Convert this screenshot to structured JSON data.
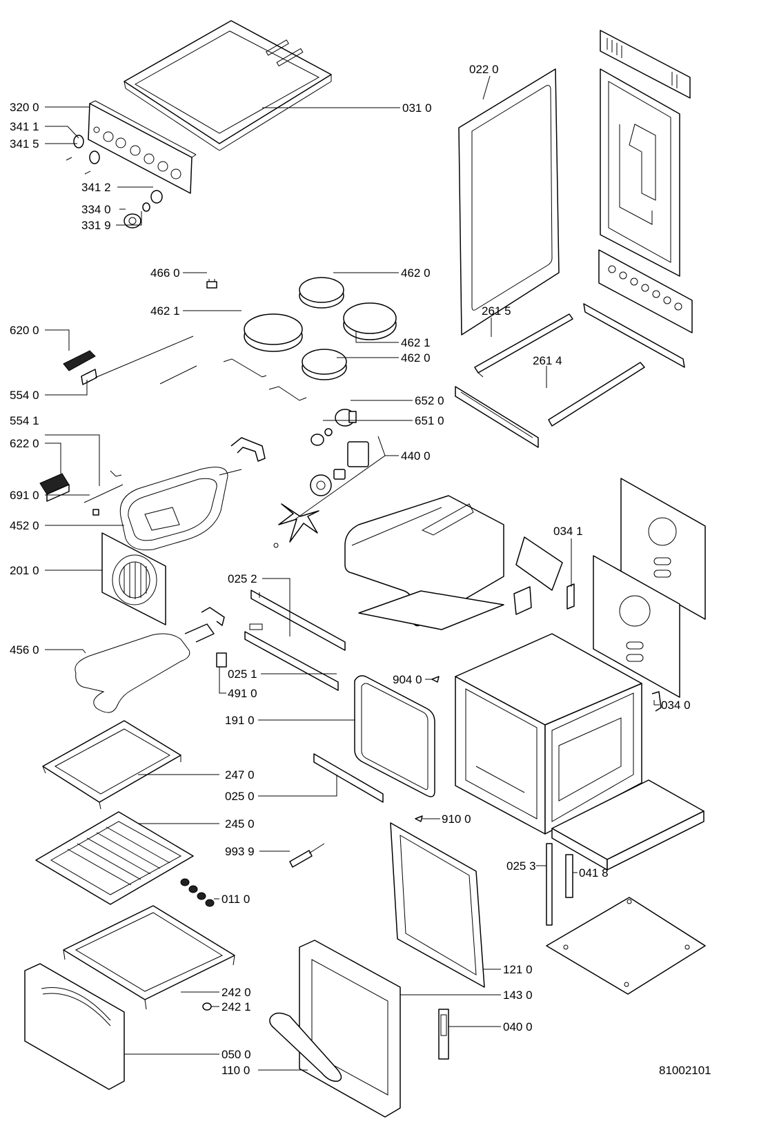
{
  "diagram_code": "81002101",
  "labels": [
    {
      "id": "l0310",
      "text": "031 0"
    },
    {
      "id": "l3200",
      "text": "320 0"
    },
    {
      "id": "l3411",
      "text": "341 1"
    },
    {
      "id": "l3415",
      "text": "341 5"
    },
    {
      "id": "l3412",
      "text": "341 2"
    },
    {
      "id": "l3340",
      "text": "334 0"
    },
    {
      "id": "l3319",
      "text": "331 9"
    },
    {
      "id": "l0220",
      "text": "022 0"
    },
    {
      "id": "l4660",
      "text": "466 0"
    },
    {
      "id": "l4620a",
      "text": "462 0"
    },
    {
      "id": "l4621a",
      "text": "462 1"
    },
    {
      "id": "l4621b",
      "text": "462 1"
    },
    {
      "id": "l4620b",
      "text": "462 0"
    },
    {
      "id": "l2615",
      "text": "261 5"
    },
    {
      "id": "l6200",
      "text": "620 0"
    },
    {
      "id": "l5540",
      "text": "554 0"
    },
    {
      "id": "l2614",
      "text": "261 4"
    },
    {
      "id": "l6520",
      "text": "652 0"
    },
    {
      "id": "l6510",
      "text": "651 0"
    },
    {
      "id": "l5541",
      "text": "554 1"
    },
    {
      "id": "l6220",
      "text": "622 0"
    },
    {
      "id": "l4400",
      "text": "440 0"
    },
    {
      "id": "l6910",
      "text": "691 0"
    },
    {
      "id": "l4520",
      "text": "452 0"
    },
    {
      "id": "l0341",
      "text": "034 1"
    },
    {
      "id": "l2010",
      "text": "201 0"
    },
    {
      "id": "l0252",
      "text": "025 2"
    },
    {
      "id": "l4560",
      "text": "456 0"
    },
    {
      "id": "l0251",
      "text": "025 1"
    },
    {
      "id": "l9040",
      "text": "904 0"
    },
    {
      "id": "l4910",
      "text": "491 0"
    },
    {
      "id": "l0340",
      "text": "034 0"
    },
    {
      "id": "l1910",
      "text": "191 0"
    },
    {
      "id": "l2470",
      "text": "247 0"
    },
    {
      "id": "l0250",
      "text": "025 0"
    },
    {
      "id": "l9100",
      "text": "910 0"
    },
    {
      "id": "l2450",
      "text": "245 0"
    },
    {
      "id": "l9939",
      "text": "993 9"
    },
    {
      "id": "l0253",
      "text": "025 3"
    },
    {
      "id": "l0418",
      "text": "041 8"
    },
    {
      "id": "l0110",
      "text": "011 0"
    },
    {
      "id": "l1210",
      "text": "121 0"
    },
    {
      "id": "l2420",
      "text": "242 0"
    },
    {
      "id": "l1430",
      "text": "143 0"
    },
    {
      "id": "l2421",
      "text": "242 1"
    },
    {
      "id": "l0400",
      "text": "040 0"
    },
    {
      "id": "l0500",
      "text": "050 0"
    },
    {
      "id": "l1100",
      "text": "110 0"
    }
  ]
}
